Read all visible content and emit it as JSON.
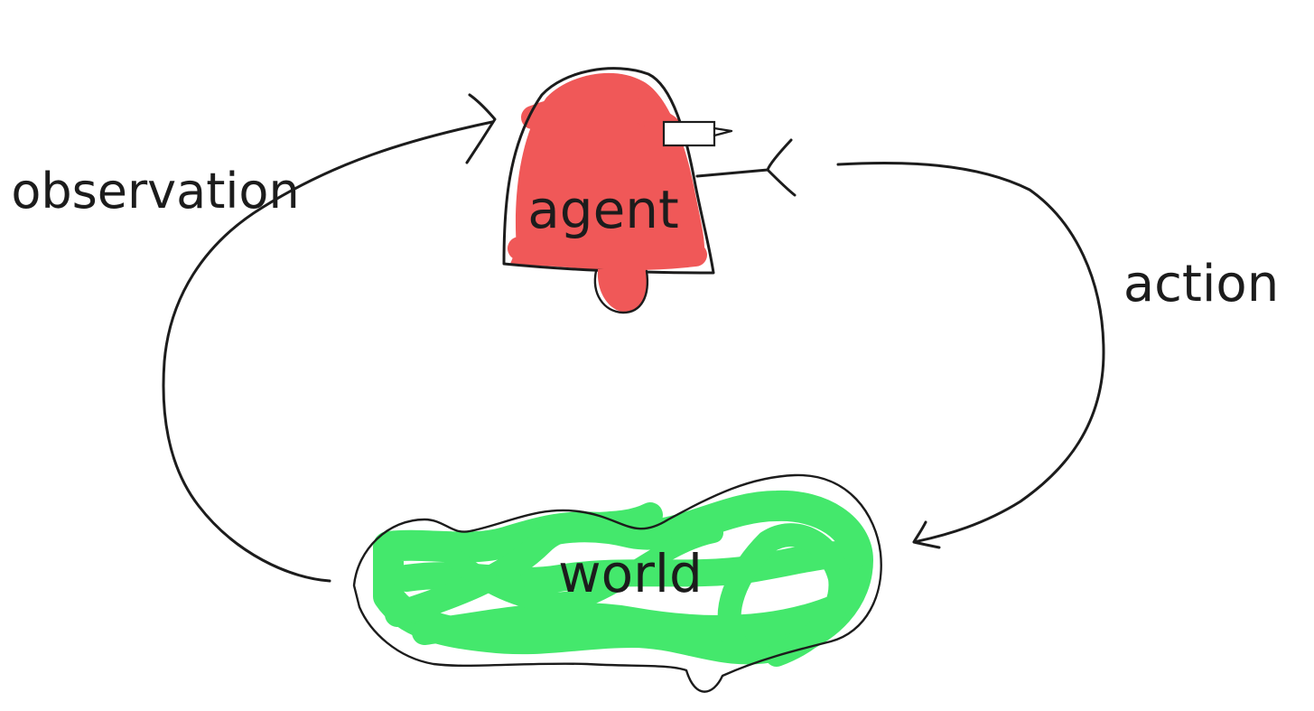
{
  "diagram": {
    "nodes": [
      {
        "id": "agent",
        "label": "agent",
        "fill": "#f05858"
      },
      {
        "id": "world",
        "label": "world",
        "fill": "#44e86c"
      }
    ],
    "edges": [
      {
        "id": "action",
        "label": "action",
        "from": "agent",
        "to": "world"
      },
      {
        "id": "observation",
        "label": "observation",
        "from": "world",
        "to": "agent"
      }
    ]
  },
  "colors": {
    "ink": "#1c1c1c",
    "agent_fill": "#f05858",
    "world_fill": "#44e86c",
    "background": "#ffffff"
  }
}
